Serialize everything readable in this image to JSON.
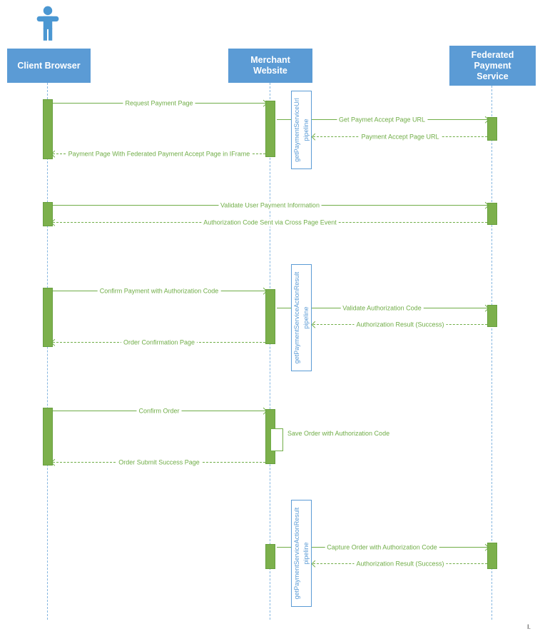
{
  "actors": [
    {
      "label": "Client Browser"
    },
    {
      "label": "Merchant\nWebsite"
    },
    {
      "label": "Federated\nPayment\nService"
    }
  ],
  "messages": [
    {
      "label": "Request Payment Page",
      "type": "call"
    },
    {
      "label": "Get Paymet Accept Page URL",
      "type": "call"
    },
    {
      "label": "Payment Accept Page URL",
      "type": "return"
    },
    {
      "label": "Payment Page With Federated Payment Accept Page in IFrame",
      "type": "return"
    },
    {
      "label": "Validate User Payment Information",
      "type": "call"
    },
    {
      "label": "Authorization Code Sent via Cross Page Event",
      "type": "return"
    },
    {
      "label": "Confirm Payment with Authorization Code",
      "type": "call"
    },
    {
      "label": "Validate Authorization Code",
      "type": "call"
    },
    {
      "label": "Authorization Result (Success)",
      "type": "return"
    },
    {
      "label": "Order Confirmation Page",
      "type": "return"
    },
    {
      "label": "Confirm Order",
      "type": "call"
    },
    {
      "label": "Save Order with Authorization Code",
      "type": "self"
    },
    {
      "label": "Order Submit Success Page",
      "type": "return"
    },
    {
      "label": "Capture Order with Authorization Code",
      "type": "call"
    },
    {
      "label": "Authorization Result (Success)",
      "type": "return"
    }
  ],
  "pipelines": [
    {
      "name": "getPaymentServiceUrl",
      "sub": "pipeline"
    },
    {
      "name": "getPaymentServiceActionResult",
      "sub": "pipeline"
    },
    {
      "name": "getPaymentServiceActionResult",
      "sub": "pipeline"
    }
  ],
  "stray": {
    "text": "I."
  },
  "colors": {
    "header_blue": "#5B9BD5",
    "arrow_green": "#70AD47"
  }
}
